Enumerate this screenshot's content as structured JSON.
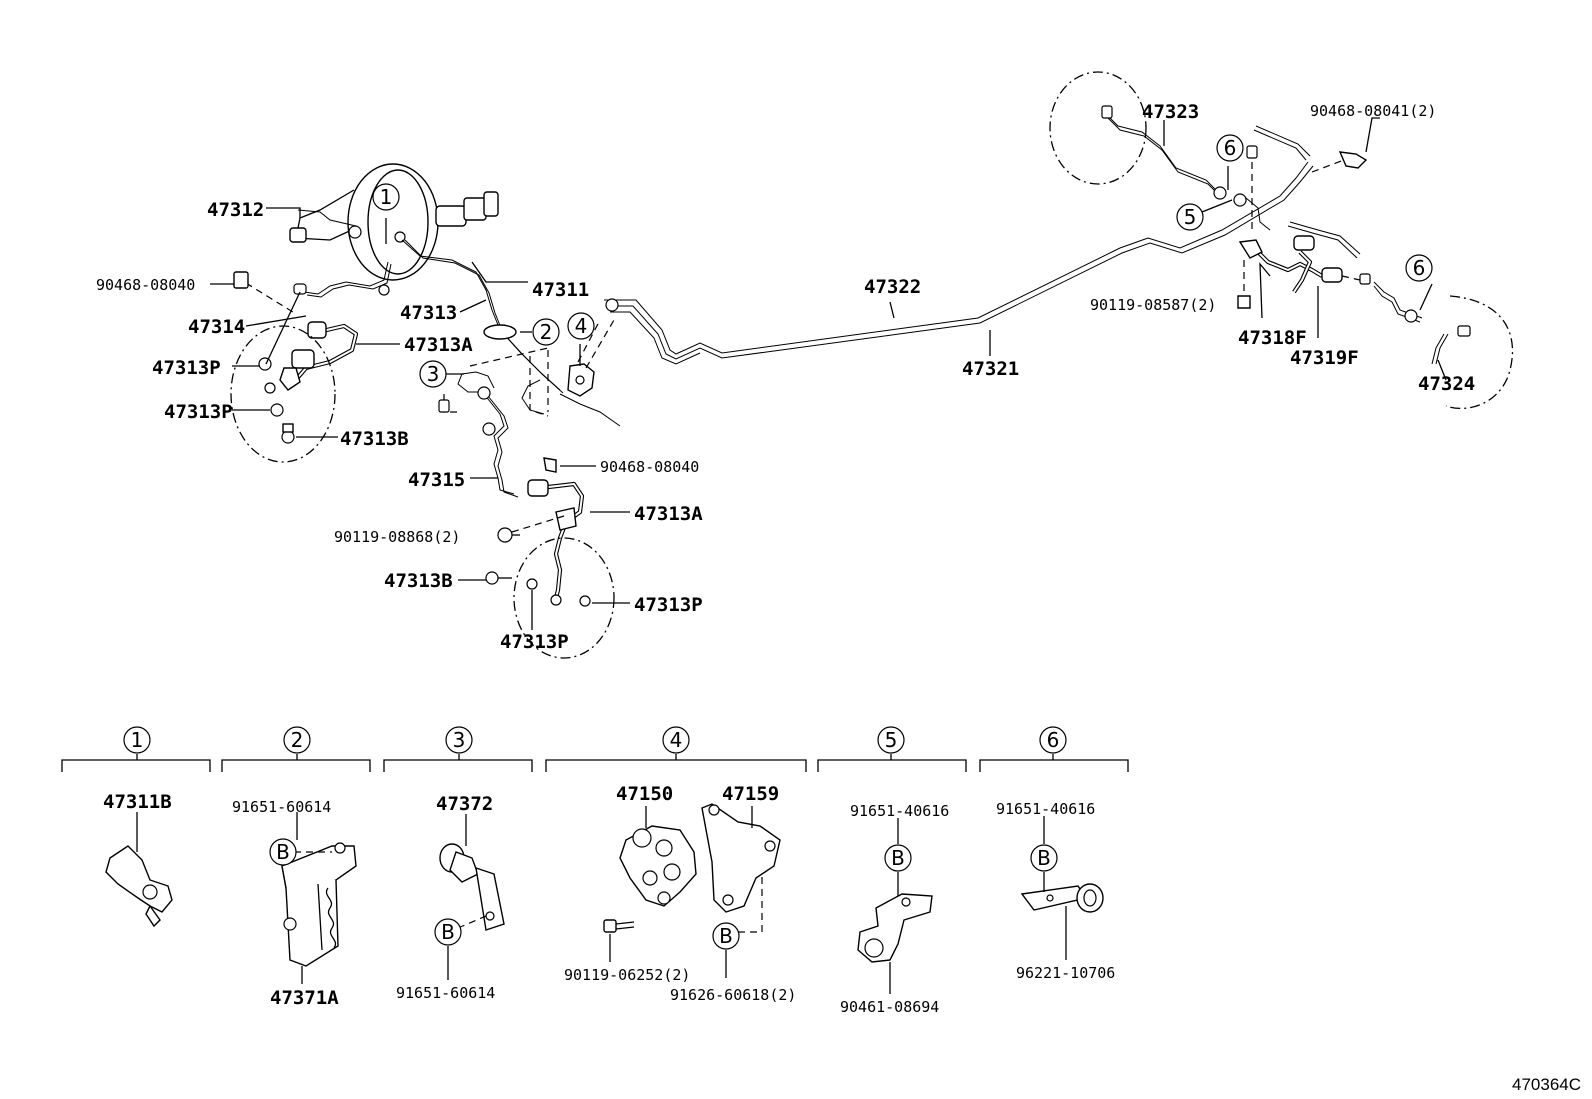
{
  "labels": {
    "p47312": "47312",
    "p47311": "47311",
    "p47313": "47313",
    "p90468_08040_a": "90468-08040",
    "p47314": "47314",
    "p47313A_a": "47313A",
    "p47313P_a": "47313P",
    "p47313P_b": "47313P",
    "p47313B_a": "47313B",
    "p47315": "47315",
    "p90468_08040_b": "90468-08040",
    "p47313A_b": "47313A",
    "p90119_08868": "90119-08868(2)",
    "p47313B_b": "47313B",
    "p47313P_c": "47313P",
    "p47313P_d": "47313P",
    "p47322": "47322",
    "p47321": "47321",
    "p47323": "47323",
    "p90468_08041": "90468-08041(2)",
    "p90119_08587": "90119-08587(2)",
    "p47318F": "47318F",
    "p47319F": "47319F",
    "p47324": "47324",
    "d1_47311B": "47311B",
    "d2_91651_60614": "91651-60614",
    "d2_47371A": "47371A",
    "d3_47372": "47372",
    "d3_91651_60614": "91651-60614",
    "d4_47150": "47150",
    "d4_47159": "47159",
    "d4_90119_06252": "90119-06252(2)",
    "d4_91626_60618": "91626-60618(2)",
    "d5_91651_40616": "91651-40616",
    "d5_90461_08694": "90461-08694",
    "d6_91651_40616": "91651-40616",
    "d6_96221_10706": "96221-10706",
    "figure_code": "470364C"
  },
  "callouts": {
    "c1": "1",
    "c2": "2",
    "c3": "3",
    "c4": "4",
    "c5": "5",
    "c6a": "6",
    "c6b": "6",
    "b": "B"
  },
  "details": [
    {
      "num": "1"
    },
    {
      "num": "2"
    },
    {
      "num": "3"
    },
    {
      "num": "4"
    },
    {
      "num": "5"
    },
    {
      "num": "6"
    }
  ]
}
